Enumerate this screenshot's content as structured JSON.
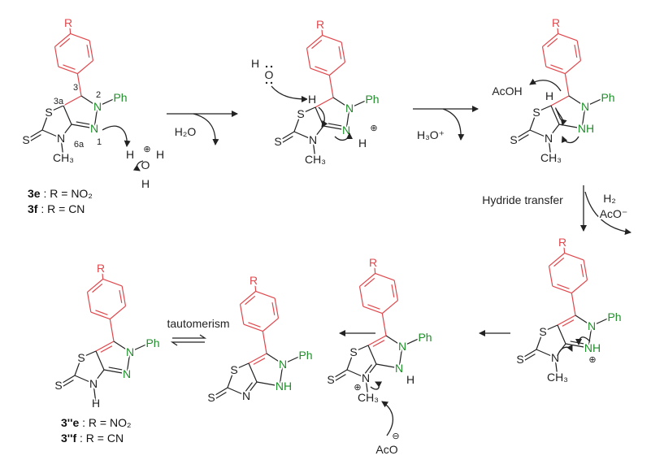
{
  "colors": {
    "aryl": "#e0474c",
    "pyrazole_n": "#1f8f2a",
    "bond": "#222222"
  },
  "molecules": [
    {
      "r": "R",
      "s1": "S",
      "s_exo": "S",
      "n4": "N",
      "n4_sub": "CH₃",
      "n1": "N",
      "n2": "N",
      "ph": "Ph"
    },
    {
      "r": "R",
      "s1": "S",
      "s_exo": "S",
      "n4": "N",
      "n4_sub": "CH₃",
      "n1": "N",
      "n2": "N",
      "ph": "Ph"
    },
    {
      "r": "R",
      "s1": "S",
      "s_exo": "S",
      "n4": "N",
      "n4_sub": "CH₃",
      "n1": "NH",
      "n2": "N",
      "ph": "Ph"
    },
    {
      "r": "R",
      "s1": "S",
      "s_exo": "S",
      "n4": "N",
      "n4_sub": "CH₃",
      "n1": "NH",
      "n2": "N",
      "ph": "Ph"
    },
    {
      "r": "R",
      "s1": "S",
      "s_exo": "S",
      "n4": "N",
      "n4_sub": "CH₃",
      "n1": "N",
      "n2": "N",
      "ph": "Ph"
    },
    {
      "r": "R",
      "s1": "S",
      "s_exo": "S",
      "n4": "N",
      "n1": "NH",
      "n2": "N",
      "ph": "Ph"
    },
    {
      "r": "R",
      "s1": "S",
      "s_exo": "S",
      "n4": "N",
      "n4_sub": "H",
      "n1": "N",
      "n2": "N",
      "ph": "Ph"
    }
  ],
  "numbering": {
    "c3a": "3a",
    "c3": "3",
    "n2": "2",
    "c6a": "6a",
    "n1": "1"
  },
  "hydronium": {
    "h1": "H",
    "plus": "⊕",
    "h2": "H",
    "o": "O",
    "h3": "H"
  },
  "water": {
    "h": "H",
    "o": "O"
  },
  "intermediate2": {
    "h_c3a": "H",
    "plus": "⊕",
    "h_n": "H"
  },
  "intermediate3": {
    "acoh": "AcOH",
    "h": "H"
  },
  "intermediate4": {
    "plus": "⊕"
  },
  "intermediate5": {
    "plus": "⊕",
    "h_n": "H",
    "aco": "AcO",
    "minus": "⊖"
  },
  "reagents": {
    "step1": "H₂O",
    "step2": "H₃O⁺",
    "hydride": "Hydride transfer",
    "h2": "H₂",
    "aco": "AcO⁻",
    "tautomerism": "tautomerism"
  },
  "compounds": {
    "start": [
      {
        "id": "3e",
        "text": " : R = NO₂"
      },
      {
        "id": "3f",
        "text": "  : R = CN"
      }
    ],
    "product": [
      {
        "id": "3''e",
        "text": " : R = NO₂"
      },
      {
        "id": "3''f",
        "text": "  : R = CN"
      }
    ]
  }
}
